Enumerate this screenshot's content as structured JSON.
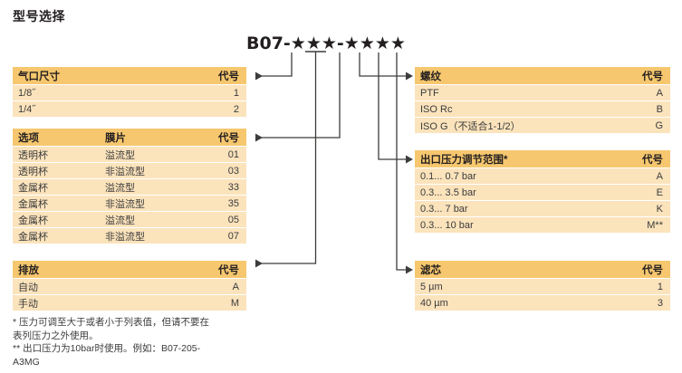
{
  "title": "型号选择",
  "model_code": "B07-★★★-★★★★",
  "code_header": "代号",
  "tables": {
    "port_size": {
      "header": {
        "name": "气口尺寸",
        "code": "代号"
      },
      "rows": [
        {
          "name": "1/8˝",
          "code": "1"
        },
        {
          "name": "1/4˝",
          "code": "2"
        }
      ]
    },
    "option": {
      "header": {
        "name": "选项",
        "diaphragm": "膜片",
        "code": "代号"
      },
      "rows": [
        {
          "name": "透明杯",
          "diaphragm": "溢流型",
          "code": "01"
        },
        {
          "name": "透明杯",
          "diaphragm": "非溢流型",
          "code": "03"
        },
        {
          "name": "金属杯",
          "diaphragm": "溢流型",
          "code": "33"
        },
        {
          "name": "金属杯",
          "diaphragm": "非溢流型",
          "code": "35"
        },
        {
          "name": "金属杯",
          "diaphragm": "溢流型",
          "code": "05"
        },
        {
          "name": "金属杯",
          "diaphragm": "非溢流型",
          "code": "07"
        }
      ]
    },
    "drain": {
      "header": {
        "name": "排放",
        "code": "代号"
      },
      "rows": [
        {
          "name": "自动",
          "code": "A"
        },
        {
          "name": "手动",
          "code": "M"
        }
      ]
    },
    "thread": {
      "header": {
        "name": "螺纹",
        "code": "代号"
      },
      "rows": [
        {
          "name": "PTF",
          "code": "A"
        },
        {
          "name": "ISO Rc",
          "code": "B"
        },
        {
          "name": "ISO G（不适合1-1/2）",
          "code": "G"
        }
      ]
    },
    "pressure": {
      "header": {
        "name": "出口压力调节范围*",
        "code": "代号"
      },
      "rows": [
        {
          "name": "0.1... 0.7 bar",
          "code": "A"
        },
        {
          "name": "0.3... 3.5 bar",
          "code": "E"
        },
        {
          "name": "0.3... 7 bar",
          "code": "K"
        },
        {
          "name": "0.3... 10 bar",
          "code": "M**"
        }
      ]
    },
    "filter": {
      "header": {
        "name": "滤芯",
        "code": "代号"
      },
      "rows": [
        {
          "name": "5 µm",
          "code": "1"
        },
        {
          "name": "40 µm",
          "code": "3"
        }
      ]
    }
  },
  "footnotes": {
    "line1": "* 压力可调至大于或者小于列表值，但请不要在",
    "line2": "表列压力之外使用。",
    "line3": "** 出口压力为10bar时使用。例如：B07-205-",
    "line4": "A3MG"
  },
  "colors": {
    "header_fill": "#f6c76e",
    "row_fill": "#fbe3bc",
    "line": "#3c3c3b",
    "text": "#231f20"
  }
}
